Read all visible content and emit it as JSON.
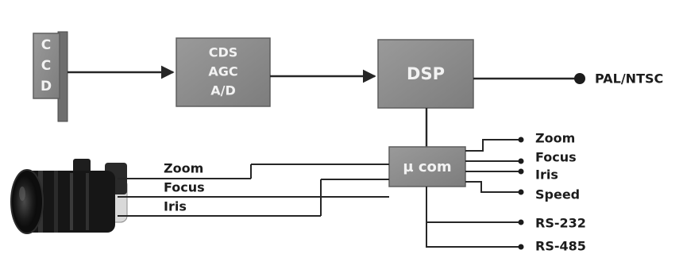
{
  "blocks": {
    "ccd": [
      "C",
      "C",
      "D"
    ],
    "cds": [
      "CDS",
      "AGC",
      "A/D"
    ],
    "dsp": "DSP",
    "ucom": "µ com"
  },
  "output": "PAL/NTSC",
  "lens_lines": [
    "Zoom",
    "Focus",
    "Iris"
  ],
  "ucom_outputs": [
    "Zoom",
    "Focus",
    "Iris",
    "Speed",
    "RS-232",
    "RS-485"
  ],
  "colors": {
    "block_fill": "#8c8c8c",
    "block_edge": "#5e5e5e",
    "line": "#262626",
    "text": "#1c1c1c",
    "block_text": "#f2f2f2"
  }
}
